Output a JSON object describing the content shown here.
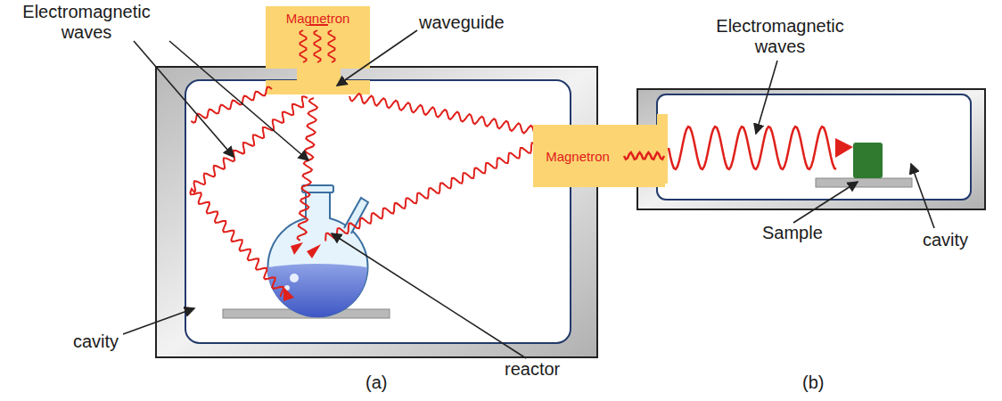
{
  "diagram": {
    "nodes": [
      {
        "text": [
          "Magnetron"
        ]
      },
      {
        "text": [
          "Magnetron"
        ]
      }
    ],
    "labels": [
      "Electromagnetic waves",
      "waveguide",
      "cavity",
      "reactor",
      "(a)",
      "Electromagnetic waves",
      "Sample",
      "cavity",
      "(b)"
    ]
  }
}
